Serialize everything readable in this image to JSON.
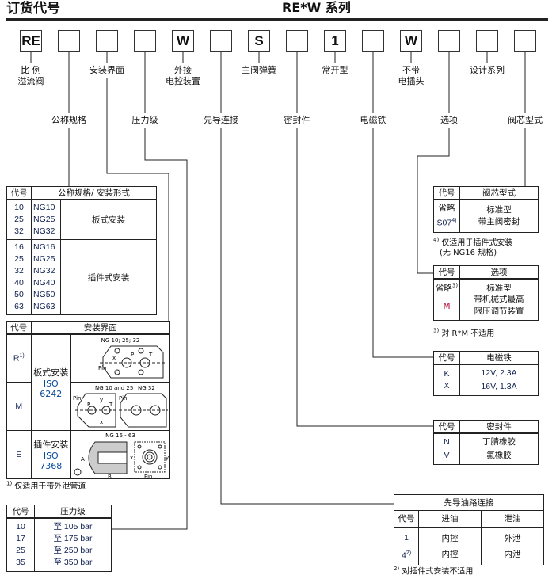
{
  "header": {
    "title": "订货代号",
    "series": "RE*W 系列"
  },
  "code_boxes": [
    "RE",
    "",
    "",
    "",
    "W",
    "",
    "S",
    "",
    "1",
    "",
    "W",
    "",
    "",
    ""
  ],
  "upper_labels": [
    {
      "lines": [
        "比 例",
        "溢流阀"
      ]
    },
    {
      "lines": [
        "安装界面"
      ]
    },
    {
      "lines": [
        "外接",
        "电控装置"
      ]
    },
    {
      "lines": [
        "主阀弹簧"
      ]
    },
    {
      "lines": [
        "常开型"
      ]
    },
    {
      "lines": [
        "不带",
        "电插头"
      ]
    },
    {
      "lines": [
        "设计系列"
      ]
    }
  ],
  "lower_labels": [
    "公称规格",
    "压力级",
    "先导连接",
    "密封件",
    "电磁铁",
    "选项",
    "阀芯型式"
  ],
  "size_table": {
    "headers": [
      "代号",
      "公称规格/ 安装形式"
    ],
    "groups": [
      {
        "codes": [
          "10",
          "25",
          "32"
        ],
        "sizes": [
          "NG10",
          "NG25",
          "NG32"
        ],
        "type": "板式安装"
      },
      {
        "codes": [
          "16",
          "25",
          "32",
          "40",
          "50",
          "63"
        ],
        "sizes": [
          "NG16",
          "NG25",
          "NG32",
          "NG40",
          "NG50",
          "NG63"
        ],
        "type": "插件式安装"
      }
    ]
  },
  "interface_table": {
    "headers": [
      "代号",
      "安装界面"
    ],
    "rows": [
      {
        "code": "R",
        "note": "1)",
        "diagram_title": "NG 10; 25; 32"
      },
      {
        "code": "M",
        "diagram_titles": [
          "NG 10 and 25",
          "NG 32"
        ]
      },
      {
        "code": "E",
        "diagram_title": "NG 16 - 63"
      }
    ],
    "plate": {
      "label": "板式安装",
      "standard": "ISO 6242"
    },
    "cartridge": {
      "label": "插件安装",
      "standard": "ISO 7368"
    },
    "diagram_labels": {
      "pin": "Pin",
      "x": "x",
      "y": "y",
      "p": "P",
      "t": "T",
      "a": "A",
      "b": "B"
    },
    "footnote_mark": "1)",
    "footnote": "仅适用于带外泄管道"
  },
  "pressure_table": {
    "headers": [
      "代号",
      "压力级"
    ],
    "rows": [
      [
        "10",
        "至 105 bar"
      ],
      [
        "17",
        "至 175 bar"
      ],
      [
        "25",
        "至 250 bar"
      ],
      [
        "35",
        "至 350 bar"
      ]
    ]
  },
  "spool_table": {
    "headers": [
      "代号",
      "阀芯型式"
    ],
    "rows": [
      {
        "code": "省略",
        "desc": "标准型"
      },
      {
        "code": "S07",
        "note": "4)",
        "desc": "带主阀密封"
      }
    ],
    "footnote_mark": "4)",
    "footnote": [
      "仅适用于插件式安装",
      "(无 NG16 规格)"
    ]
  },
  "option_table": {
    "headers": [
      "代号",
      "选项"
    ],
    "rows": [
      {
        "code": "省略",
        "note": "3)",
        "desc": [
          "标准型"
        ]
      },
      {
        "code": "M",
        "desc": [
          "带机械式最高",
          "限压调节装置"
        ]
      }
    ],
    "footnote_mark": "3)",
    "footnote": "对 R*M 不适用"
  },
  "solenoid_table": {
    "headers": [
      "代号",
      "电磁铁"
    ],
    "rows": [
      [
        "K",
        "12V, 2.3A"
      ],
      [
        "X",
        "16V, 1.3A"
      ]
    ]
  },
  "seal_table": {
    "headers": [
      "代号",
      "密封件"
    ],
    "rows": [
      [
        "N",
        "丁腈橡胶"
      ],
      [
        "V",
        "氟橡胶"
      ]
    ]
  },
  "pilot_table": {
    "title": "先导油路连接",
    "headers": [
      "代号",
      "进油",
      "泄油"
    ],
    "rows": [
      {
        "code": "1",
        "in": "内控",
        "out": "外泄"
      },
      {
        "code": "4",
        "note": "2)",
        "in": "内控",
        "out": "内泄"
      }
    ],
    "footnote_mark": "2)",
    "footnote": "对插件式安装不适用"
  }
}
